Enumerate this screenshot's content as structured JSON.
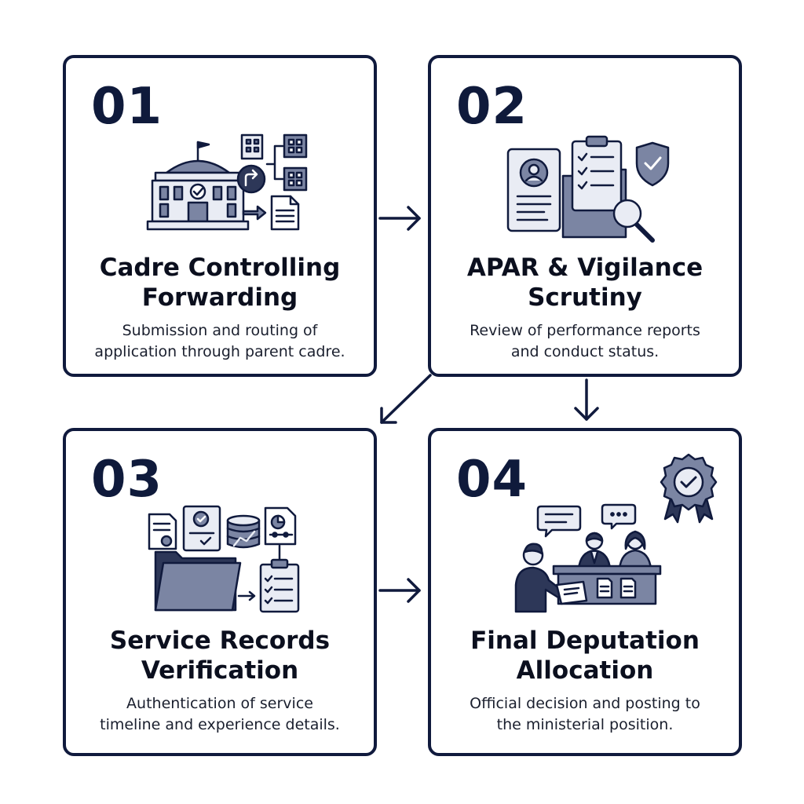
{
  "steps": [
    {
      "number": "01",
      "title_line1": "Cadre Controlling",
      "title_line2": "Forwarding",
      "desc_line1": "Submission and routing of",
      "desc_line2": "application through parent cadre."
    },
    {
      "number": "02",
      "title_line1": "APAR & Vigilance",
      "title_line2": "Scrutiny",
      "desc_line1": "Review of performance reports",
      "desc_line2": "and conduct status."
    },
    {
      "number": "03",
      "title_line1": "Service Records",
      "title_line2": "Verification",
      "desc_line1": "Authentication of service",
      "desc_line2": "timeline and experience details."
    },
    {
      "number": "04",
      "title_line1": "Final Deputation",
      "title_line2": "Allocation",
      "desc_line1": "Official decision and posting to",
      "desc_line2": "the ministerial position."
    }
  ],
  "icons": {
    "step1": [
      "government-building-icon",
      "office-buildings-icon",
      "forward-arrow-icon",
      "document-icon"
    ],
    "step2": [
      "profile-card-icon",
      "checklist-clipboard-icon",
      "folder-icon",
      "shield-check-icon",
      "magnifier-icon"
    ],
    "step3": [
      "certificate-icon",
      "checked-document-icon",
      "database-icon",
      "chart-document-icon",
      "folder-icon",
      "checklist-icon"
    ],
    "step4": [
      "award-badge-icon",
      "officials-panel-icon",
      "speech-bubble-icon",
      "applicant-icon"
    ]
  },
  "colors": {
    "outline": "#101a3d",
    "icon_fill": "#7b85a3",
    "icon_light": "#e9ecf4",
    "text": "#0b0f1e"
  }
}
